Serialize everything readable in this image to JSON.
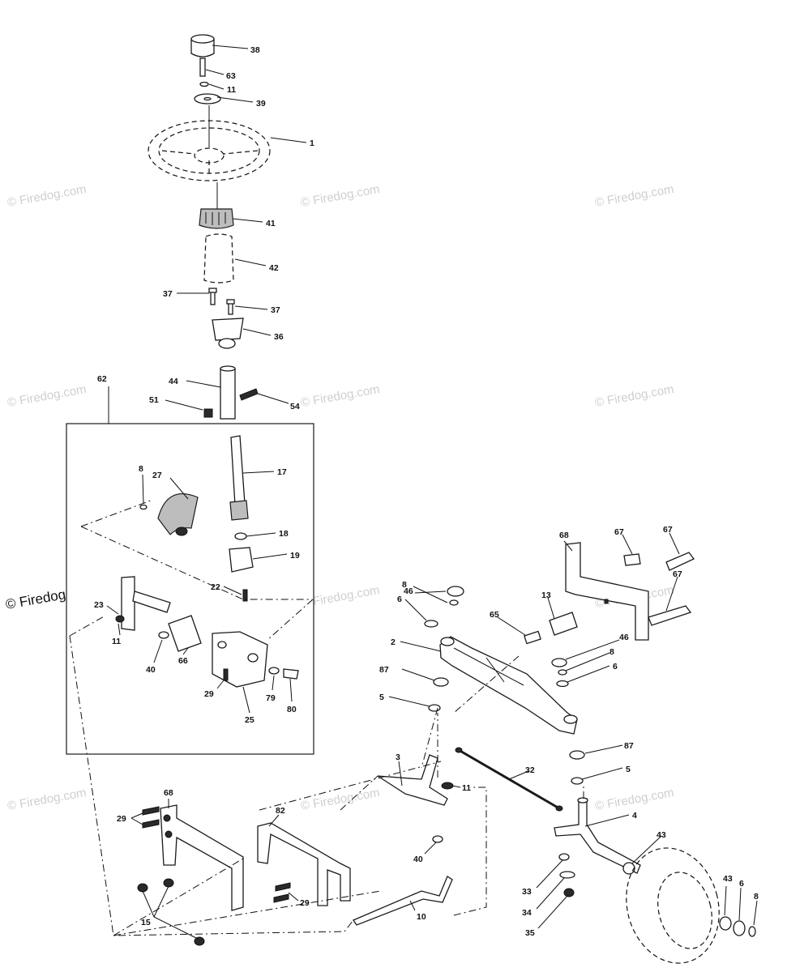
{
  "watermarks": {
    "text": "© Firedog.com",
    "prominent": "© Firedog.com"
  },
  "callouts": [
    "38",
    "63",
    "11",
    "39",
    "1",
    "41",
    "42",
    "37",
    "37",
    "36",
    "44",
    "51",
    "54",
    "62",
    "17",
    "8",
    "27",
    "18",
    "19",
    "22",
    "23",
    "11",
    "40",
    "66",
    "29",
    "79",
    "80",
    "25",
    "68",
    "67",
    "67",
    "67",
    "46",
    "8",
    "6",
    "13",
    "65",
    "2",
    "46",
    "8",
    "6",
    "87",
    "5",
    "87",
    "5",
    "3",
    "11",
    "32",
    "4",
    "43",
    "40",
    "33",
    "34",
    "35",
    "10",
    "68",
    "29",
    "82",
    "29",
    "15",
    "43",
    "6",
    "8"
  ]
}
